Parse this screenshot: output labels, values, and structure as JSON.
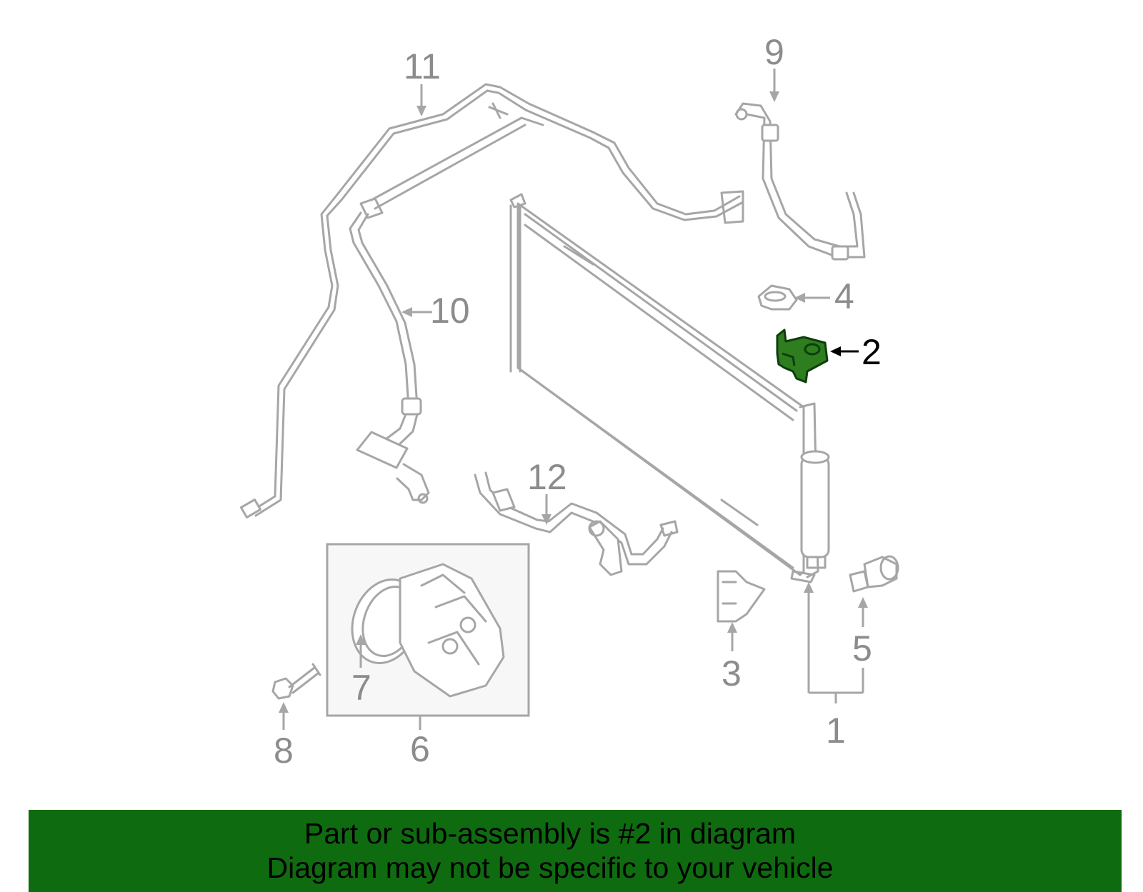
{
  "highlight_color": "#2e7d1e",
  "banner_color": "#0f6b0f",
  "callouts": {
    "c1": "1",
    "c2": "2",
    "c3": "3",
    "c4": "4",
    "c5": "5",
    "c6": "6",
    "c7": "7",
    "c8": "8",
    "c9": "9",
    "c10": "10",
    "c11": "11",
    "c12": "12"
  },
  "banner": {
    "line1": "Part or sub-assembly is #2 in diagram",
    "line2": "Diagram may not be specific to your vehicle"
  }
}
